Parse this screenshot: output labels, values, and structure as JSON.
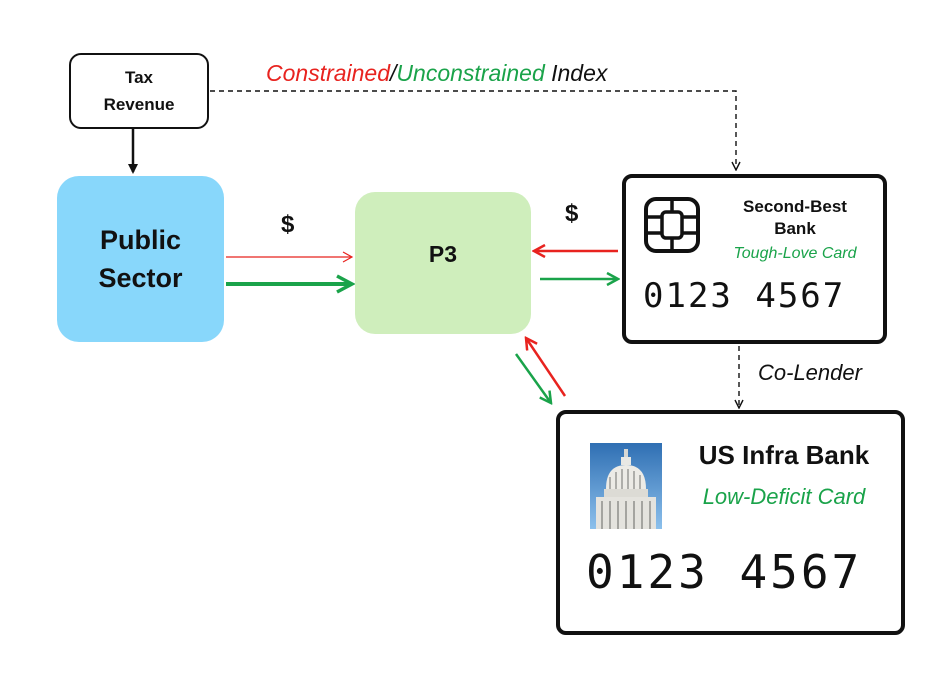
{
  "tax_box": {
    "line1": "Tax",
    "line2": "Revenue"
  },
  "public_sector": {
    "line1": "Public",
    "line2": "Sector"
  },
  "p3": {
    "label": "P3"
  },
  "index_label": {
    "constrained": "Constrained",
    "slash": "/",
    "unconstrained": "Unconstrained",
    "index": " Index"
  },
  "dollar_left": "$",
  "dollar_right": "$",
  "co_lender": "Co-Lender",
  "second_best_card": {
    "bank_line1": "Second-Best",
    "bank_line2": "Bank",
    "card_type": "Tough-Love Card",
    "number": "0123 4567",
    "chip_icon": "chip-icon"
  },
  "us_infra_card": {
    "bank": "US Infra Bank",
    "card_type": "Low-Deficit Card",
    "number": "0123 4567",
    "image_icon": "capitol-dome-icon"
  },
  "colors": {
    "red": "#e8231f",
    "green": "#1aa34a",
    "public_blue": "#88d7fb",
    "p3_green": "#cfeebc"
  }
}
